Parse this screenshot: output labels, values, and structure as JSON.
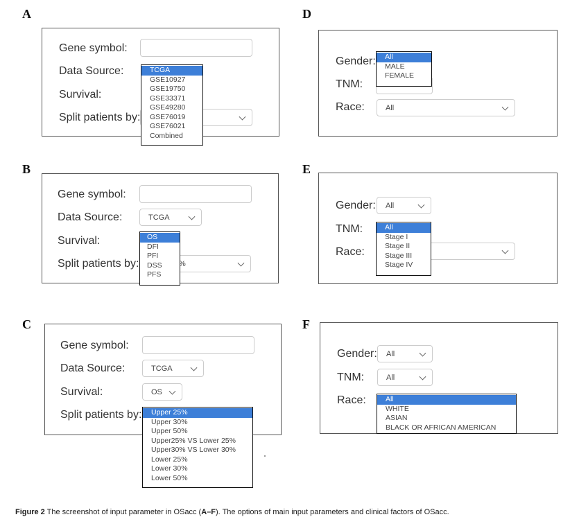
{
  "panels": {
    "A": {
      "letter": "A",
      "labels": {
        "gene": "Gene symbol:",
        "source": "Data Source:",
        "survival": "Survival:",
        "split": "Split patients by:"
      },
      "dropdown": [
        "TCGA",
        "GSE10927",
        "GSE19750",
        "GSE33371",
        "GSE49280",
        "GSE76019",
        "GSE76021",
        "Combined"
      ],
      "selected_index": 0
    },
    "B": {
      "letter": "B",
      "labels": {
        "gene": "Gene symbol:",
        "source": "Data Source:",
        "survival": "Survival:",
        "split": "Split patients by:"
      },
      "source_value": "TCGA",
      "split_partial": "%",
      "dropdown": [
        "OS",
        "DFI",
        "PFI",
        "DSS",
        "PFS"
      ],
      "selected_index": 0
    },
    "C": {
      "letter": "C",
      "labels": {
        "gene": "Gene symbol:",
        "source": "Data Source:",
        "survival": "Survival:",
        "split": "Split patients by:"
      },
      "source_value": "TCGA",
      "survival_value": "OS",
      "dropdown": [
        "Upper 25%",
        "Upper 30%",
        "Upper 50%",
        "Upper25% VS Lower 25%",
        "Upper30% VS Lower 30%",
        "Lower 25%",
        "Lower 30%",
        "Lower 50%"
      ],
      "selected_index": 0
    },
    "D": {
      "letter": "D",
      "labels": {
        "gender": "Gender:",
        "tnm": "TNM:",
        "race": "Race:"
      },
      "race_value": "All",
      "dropdown": [
        "All",
        "MALE",
        "FEMALE"
      ],
      "selected_index": 0
    },
    "E": {
      "letter": "E",
      "labels": {
        "gender": "Gender:",
        "tnm": "TNM:",
        "race": "Race:"
      },
      "gender_value": "All",
      "dropdown": [
        "All",
        "Stage I",
        "Stage II",
        "Stage III",
        "Stage IV"
      ],
      "selected_index": 0
    },
    "F": {
      "letter": "F",
      "labels": {
        "gender": "Gender:",
        "tnm": "TNM:",
        "race": "Race:"
      },
      "gender_value": "All",
      "tnm_value": "All",
      "dropdown": [
        "All",
        "WHITE",
        "ASIAN",
        "BLACK OR AFRICAN AMERICAN"
      ],
      "selected_index": 0
    }
  },
  "caption": {
    "figure_label": "Figure 2",
    "text_before": "The screenshot of input parameter in OSacc (",
    "range": "A–F",
    "text_after": "). The options of main input parameters and clinical factors of OSacc."
  },
  "colors": {
    "selected_option": "#3d7fd8",
    "panel_border": "#555555",
    "field_border": "#cccccc"
  }
}
